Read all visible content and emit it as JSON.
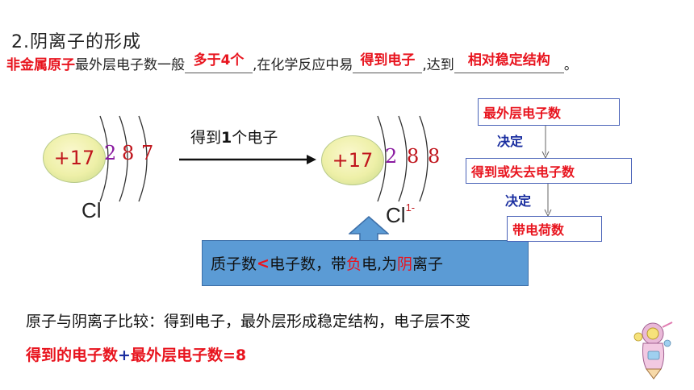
{
  "heading": "2.阴离子的形成",
  "sentence": {
    "part1_red": "非金属原子",
    "part2": "最外层电子数一般",
    "blank1": "多于4个",
    "part3": ",在化学反应中易",
    "blank2": "得到电子",
    "part4": ",达到",
    "blank3": "相对稳定结构",
    "part5": "。"
  },
  "atom": {
    "nucleus": "+17",
    "shells": [
      "2",
      "8",
      "7"
    ],
    "symbol": "Cl"
  },
  "arrow_label": {
    "prefix": "得到",
    "number": "1",
    "suffix": "个电子"
  },
  "ion": {
    "nucleus": "+17",
    "shells": [
      "2",
      "8",
      "8"
    ],
    "symbol": "Cl",
    "charge": "1-"
  },
  "flow": {
    "box1": "最外层电子数",
    "arrow1": "决定",
    "box2": "得到或失去电子数",
    "arrow2": "决定",
    "box3": "带电荷数"
  },
  "callout": {
    "t1": "质子数",
    "lt": "<",
    "t2": "电子数，带",
    "neg": "负",
    "t3": "电,为",
    "yin": "阴",
    "t4": "离子"
  },
  "compare": "原子与阴离子比较：得到电子，最外层形成稳定结构，电子层不变",
  "formula": {
    "a": "得到的电子数",
    "plus": "+",
    "b": "最外层电子数=8"
  },
  "colors": {
    "red": "#e8141e",
    "blue": "#1a2ea0",
    "callout": "#5b9bd5"
  }
}
